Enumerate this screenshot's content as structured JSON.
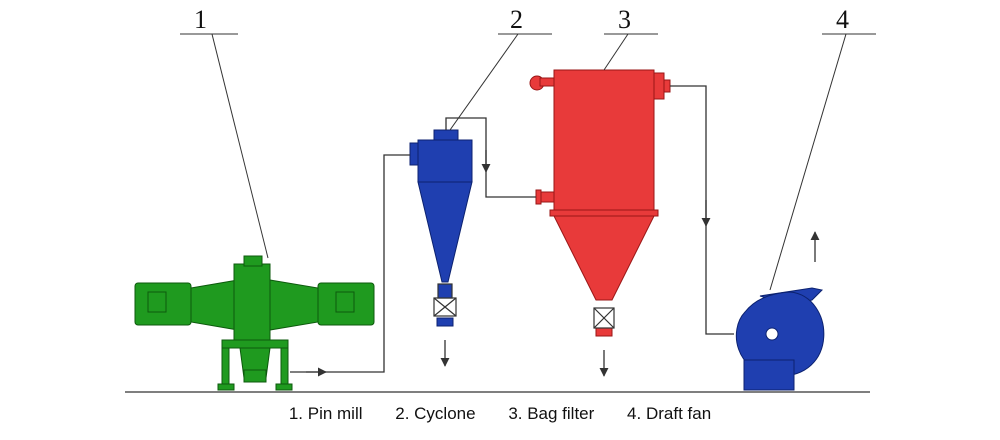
{
  "colors": {
    "pin_mill": "#1f9a1f",
    "cyclone": "#1f3fb0",
    "bag_filter": "#e83a3a",
    "draft_fan": "#1f3fb0",
    "line": "#333333"
  },
  "components": [
    {
      "id": "pin-mill",
      "number": "1",
      "label": "1. Pin mill"
    },
    {
      "id": "cyclone",
      "number": "2",
      "label": "2. Cyclone"
    },
    {
      "id": "bag-filter",
      "number": "3",
      "label": "3. Bag filter"
    },
    {
      "id": "draft-fan",
      "number": "4",
      "label": "4. Draft fan"
    }
  ]
}
